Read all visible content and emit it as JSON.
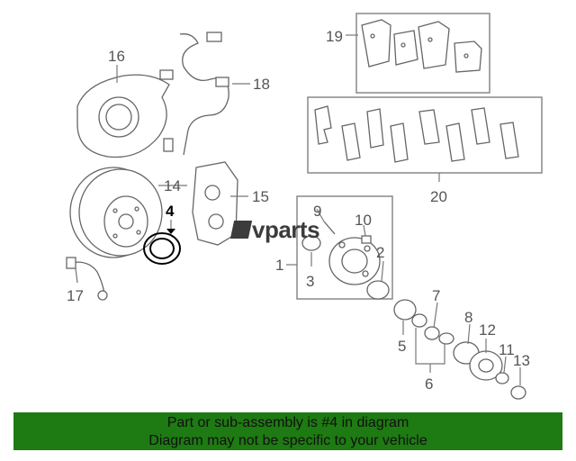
{
  "callouts": {
    "c1": "1",
    "c2": "2",
    "c3": "3",
    "c4": "4",
    "c5": "5",
    "c6": "6",
    "c7": "7",
    "c8": "8",
    "c9": "9",
    "c10": "10",
    "c11": "11",
    "c12": "12",
    "c13": "13",
    "c14": "14",
    "c15": "15",
    "c16": "16",
    "c17": "17",
    "c18": "18",
    "c19": "19",
    "c20": "20"
  },
  "highlighted_part": "4",
  "watermark": {
    "text": "vparts"
  },
  "footer": {
    "line1": "Part or sub-assembly is #4 in diagram",
    "line2": "Diagram may not be specific to your vehicle"
  },
  "colors": {
    "footer_bg": "#1e7a12",
    "line_art": "#666666",
    "highlight": "#000000"
  }
}
